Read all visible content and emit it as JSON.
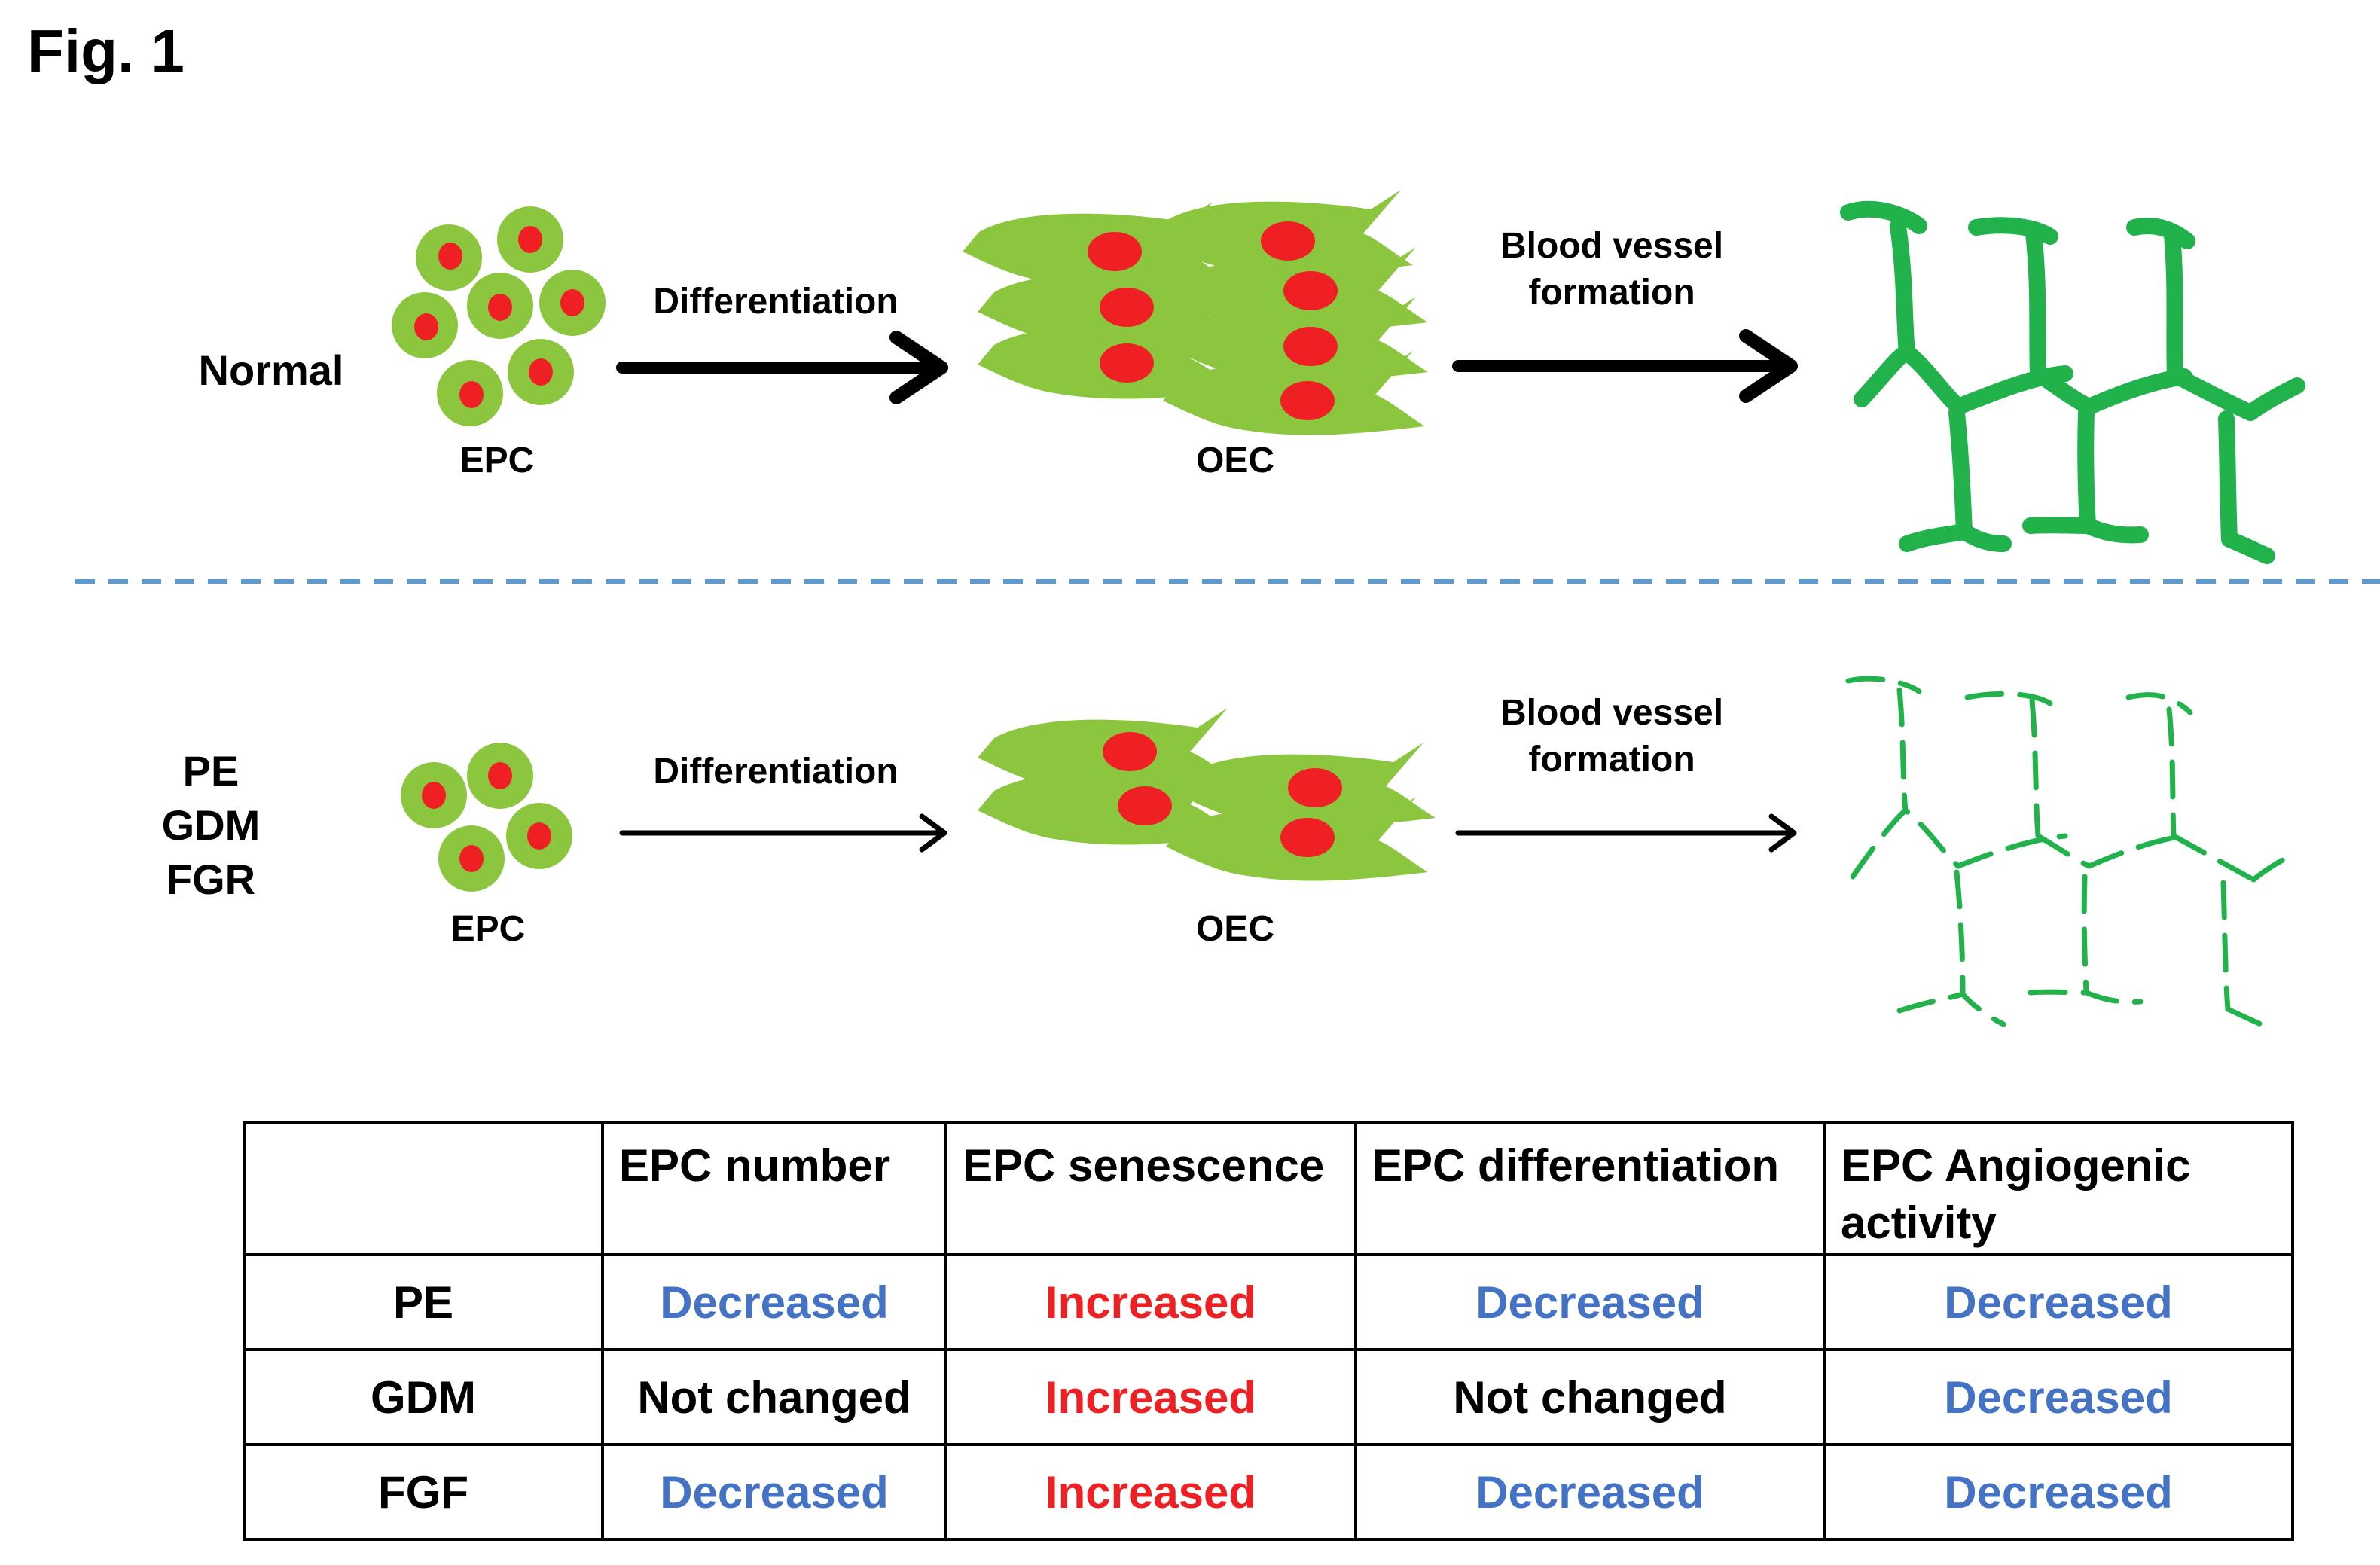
{
  "figure": {
    "title": "Fig. 1"
  },
  "normal_row": {
    "condition_label": "Normal",
    "epc_label": "EPC",
    "differentiation_label": "Differentiation",
    "oec_label": "OEC",
    "vessel_label_line1": "Blood vessel",
    "vessel_label_line2": "formation"
  },
  "disease_row": {
    "condition_labels": [
      "PE",
      "GDM",
      "FGR"
    ],
    "epc_label": "EPC",
    "differentiation_label": "Differentiation",
    "oec_label": "OEC",
    "vessel_label_line1": "Blood vessel",
    "vessel_label_line2": "formation"
  },
  "colors": {
    "cell_green": "#8cc63f",
    "nucleus_red": "#ee2024",
    "vessel_green": "#22b24c",
    "divider_blue": "#5b9bd5",
    "decreased_blue": "#4472c4",
    "increased_red": "#ee2024"
  },
  "table": {
    "headers": [
      "",
      "EPC number",
      "EPC senescence",
      "EPC differentiation",
      "EPC Angiogenic activity"
    ],
    "rows": [
      {
        "label": "PE",
        "cells": [
          {
            "text": "Decreased",
            "status": "decreased"
          },
          {
            "text": "Increased",
            "status": "increased"
          },
          {
            "text": "Decreased",
            "status": "decreased"
          },
          {
            "text": "Decreased",
            "status": "decreased"
          }
        ]
      },
      {
        "label": "GDM",
        "cells": [
          {
            "text": "Not changed",
            "status": "unchanged"
          },
          {
            "text": "Increased",
            "status": "increased"
          },
          {
            "text": "Not changed",
            "status": "unchanged"
          },
          {
            "text": "Decreased",
            "status": "decreased"
          }
        ]
      },
      {
        "label": "FGF",
        "cells": [
          {
            "text": "Decreased",
            "status": "decreased"
          },
          {
            "text": "Increased",
            "status": "increased"
          },
          {
            "text": "Decreased",
            "status": "decreased"
          },
          {
            "text": "Decreased",
            "status": "decreased"
          }
        ]
      }
    ]
  }
}
